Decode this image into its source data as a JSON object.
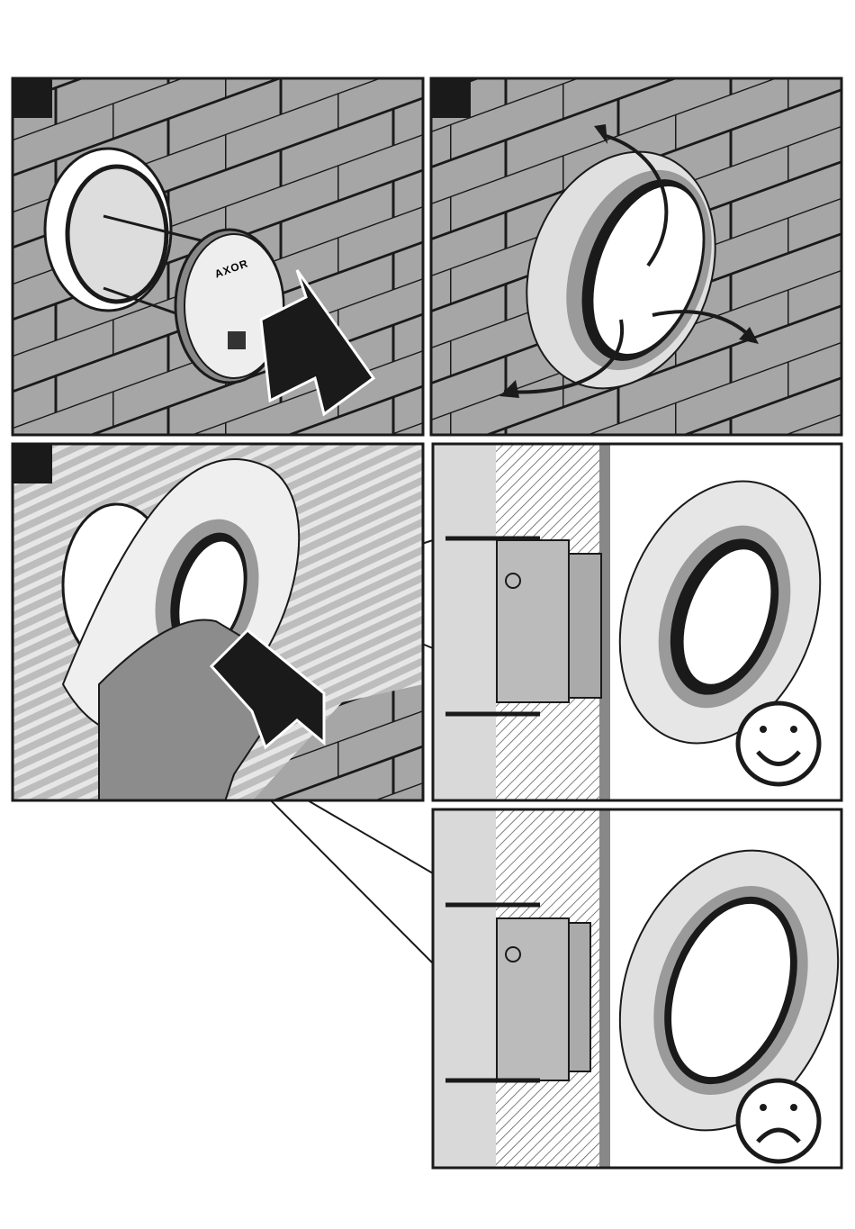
{
  "product_label": {
    "brand": "AXOR"
  },
  "colors": {
    "tile": "#a6a6a6",
    "grout": "#1a1a1a",
    "panel_border": "#1a1a1a",
    "plaster": "#d9d9d9",
    "seal_gray": "#9a9a9a"
  },
  "panels": [
    {
      "id": 1,
      "icon": "remove-protective-cap"
    },
    {
      "id": 2,
      "icon": "tear-off-paper"
    },
    {
      "id": 3,
      "icon": "press-sealing-sleeve"
    },
    {
      "id": 4,
      "icon": "happy-face-icon",
      "meaning": "correct"
    },
    {
      "id": 5,
      "icon": "sad-face-icon",
      "meaning": "incorrect"
    }
  ]
}
